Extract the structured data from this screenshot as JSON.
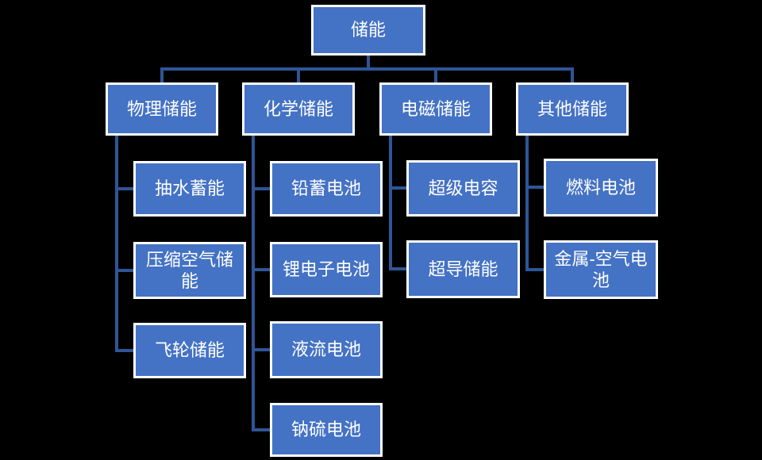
{
  "diagram": {
    "type": "org-chart",
    "root": {
      "label": "储能"
    },
    "branches": [
      {
        "label": "物理储能",
        "children": [
          "抽水蓄能",
          "压缩空气储能",
          "飞轮储能"
        ]
      },
      {
        "label": "化学储能",
        "children": [
          "铅蓄电池",
          "锂电子电池",
          "液流电池",
          "钠硫电池"
        ]
      },
      {
        "label": "电磁储能",
        "children": [
          "超级电容",
          "超导储能"
        ]
      },
      {
        "label": "其他储能",
        "children": [
          "燃料电池",
          "金属-空气电池"
        ]
      }
    ],
    "colors": {
      "background": "#000000",
      "node_fill": "#4472C4",
      "node_border": "#FFFFFF",
      "node_text": "#FFFFFF",
      "connector": "#2F5597"
    }
  }
}
